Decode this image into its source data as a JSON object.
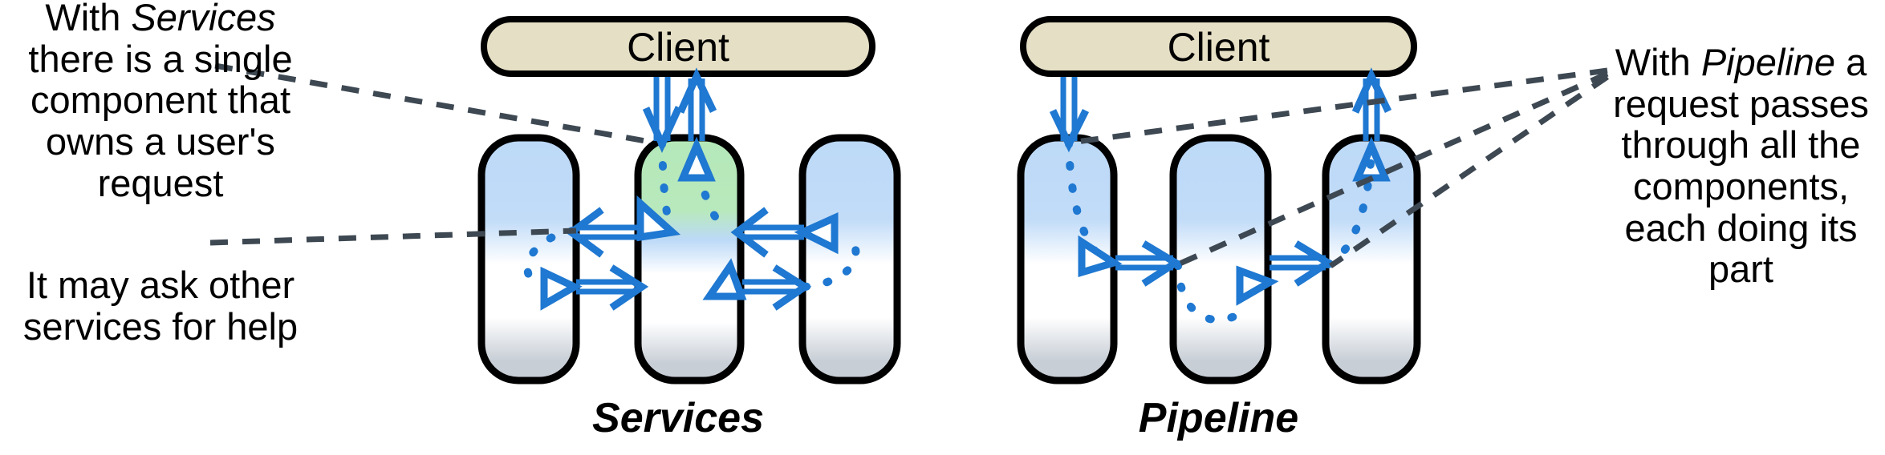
{
  "diagram": {
    "title_alt": "Services versus Pipeline request flow",
    "colors": {
      "client_fill": "#e5dfc5",
      "outline": "#000000",
      "component_blue": "#bcd9f7",
      "component_green": "#b4e8b9",
      "component_gray": "#c8ced6",
      "component_white": "#ffffff",
      "arrow_blue": "#1f78d1",
      "leader_dash": "#3d4852",
      "background": "#ffffff"
    },
    "annotations": {
      "left_top": {
        "prefix": "With ",
        "emphasis": "Services",
        "suffix": " there is a single component that owns a user's request",
        "full": "With Services there is a single component that owns a user's request"
      },
      "left_bottom": {
        "full": "It may ask other services for help"
      },
      "right": {
        "prefix": "With ",
        "emphasis": "Pipeline",
        "suffix": " a request passes through all the components, each doing its part",
        "full": "With Pipeline a request passes through all the components, each doing its part"
      }
    },
    "groups": [
      {
        "id": "services",
        "label": "Services",
        "client_label": "Client",
        "components": [
          {
            "id": "services-component-1",
            "highlight": false
          },
          {
            "id": "services-component-2",
            "highlight": true
          },
          {
            "id": "services-component-3",
            "highlight": false
          }
        ],
        "flow_description": "Client calls the middle component; the middle component calls the left and right services and receives replies, then replies to the client."
      },
      {
        "id": "pipeline",
        "label": "Pipeline",
        "client_label": "Client",
        "components": [
          {
            "id": "pipeline-component-1",
            "highlight": false
          },
          {
            "id": "pipeline-component-2",
            "highlight": false
          },
          {
            "id": "pipeline-component-3",
            "highlight": false
          }
        ],
        "flow_description": "Client calls the first component; the request passes left to right through every component and the last one replies to the client."
      }
    ]
  }
}
